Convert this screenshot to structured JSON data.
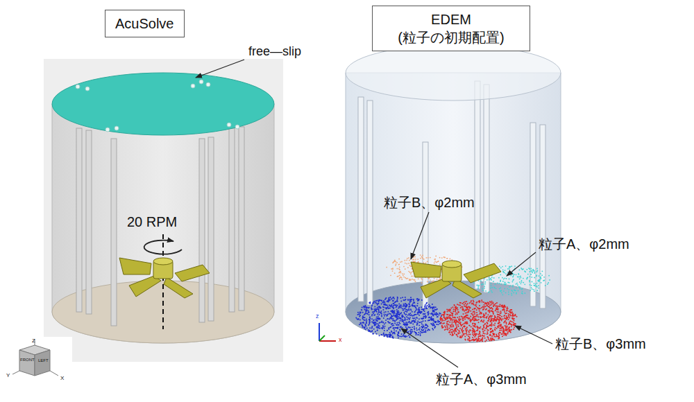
{
  "diagram": {
    "nodes": [
      {
        "text": [
          "AcuSolve"
        ]
      },
      {
        "text": [
          "EDEM (粒子の初期配置)"
        ]
      }
    ],
    "labels": [
      "free—slip",
      "20 RPM",
      "粒子B、φ2mm",
      "粒子A、φ2mm",
      "粒子B、φ3mm",
      "粒子A、φ3mm",
      "Z",
      "Y",
      "X",
      "FRONT",
      "LEFT",
      "z",
      "x"
    ]
  }
}
